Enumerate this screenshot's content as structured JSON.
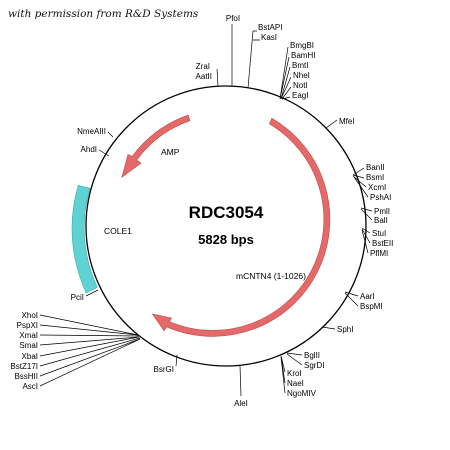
{
  "credit": "with permission from R&D Systems",
  "plasmid": {
    "name": "RDC3054",
    "size": "5828 bps",
    "backbone_color": "#000000",
    "arrow_color": "#e46a6a",
    "ori_color": "#5fd3d3"
  },
  "features": [
    {
      "id": "amp",
      "label": "AMP",
      "type": "gene"
    },
    {
      "id": "cole1",
      "label": "COLE1",
      "type": "origin"
    },
    {
      "id": "mcntn4",
      "label": "mCNTN4 (1-1026)",
      "type": "gene"
    }
  ],
  "site_groups": [
    {
      "id": "g-pfol",
      "sites": [
        "PfoI"
      ]
    },
    {
      "id": "g-bstapi",
      "sites": [
        "BstAPI",
        "KasI"
      ]
    },
    {
      "id": "g-zrai",
      "sites": [
        "ZraI",
        "AatII"
      ]
    },
    {
      "id": "g-bmgbi",
      "sites": [
        "BmgBI",
        "BamHI",
        "BmtI",
        "NheI",
        "NotI",
        "EagI"
      ]
    },
    {
      "id": "g-mfei",
      "sites": [
        "MfeI"
      ]
    },
    {
      "id": "g-banii",
      "sites": [
        "BanII",
        "BsmI",
        "XcmI",
        "PshAI"
      ]
    },
    {
      "id": "g-pmli",
      "sites": [
        "PmlI",
        "BalI"
      ]
    },
    {
      "id": "g-stui",
      "sites": [
        "StuI",
        "BstEII",
        "PflMI"
      ]
    },
    {
      "id": "g-aari",
      "sites": [
        "AarI",
        "BspMI"
      ]
    },
    {
      "id": "g-sphi",
      "sites": [
        "SphI"
      ]
    },
    {
      "id": "g-bglii",
      "sites": [
        "BglII",
        "SgrDI"
      ]
    },
    {
      "id": "g-kroi",
      "sites": [
        "KroI",
        "NaeI",
        "NgoMIV"
      ]
    },
    {
      "id": "g-alei",
      "sites": [
        "AleI"
      ]
    },
    {
      "id": "g-bsrgi",
      "sites": [
        "BsrGI"
      ]
    },
    {
      "id": "g-xhoi",
      "sites": [
        "XhoI",
        "PspXI",
        "XmaI",
        "SmaI",
        "XbaI",
        "BstZ17I",
        "BssHII",
        "AscI"
      ]
    },
    {
      "id": "g-pcii",
      "sites": [
        "PciI"
      ]
    },
    {
      "id": "g-ahdi",
      "sites": [
        "AhdI"
      ]
    },
    {
      "id": "g-nmeaiii",
      "sites": [
        "NmeAIII"
      ]
    }
  ]
}
